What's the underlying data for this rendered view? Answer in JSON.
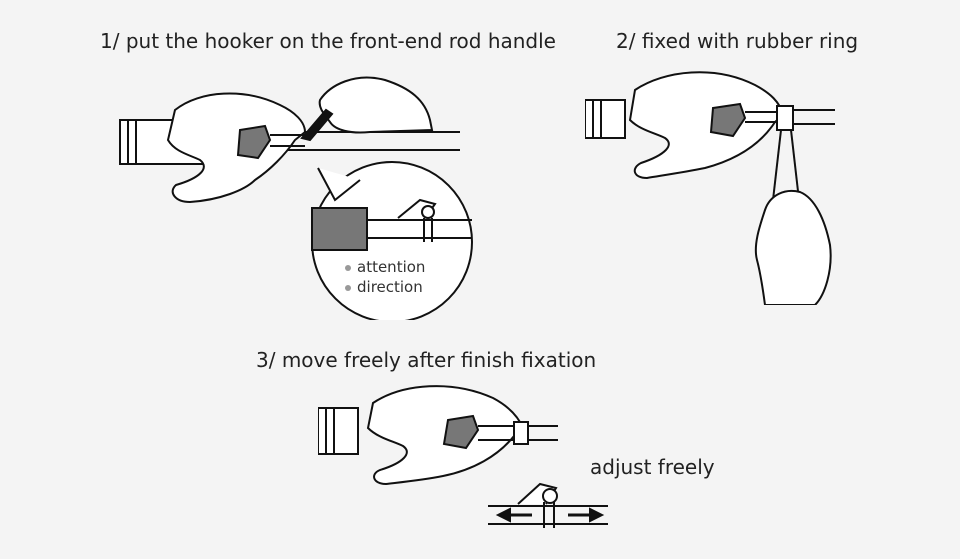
{
  "steps": {
    "step1": "1/ put the hooker on the front-end rod handle",
    "step2": "2/ fixed with rubber ring",
    "step3": "3/ move freely after finish fixation",
    "adjust": "adjust freely"
  },
  "callout": {
    "line1": "attention",
    "line2": "direction"
  },
  "icons": [
    "hand-icon",
    "reel-seat-icon",
    "hook-keeper-icon",
    "rubber-ring-icon",
    "arrow-left-icon",
    "arrow-right-icon"
  ],
  "colors": {
    "grip": "#777777",
    "line": "#111111",
    "paper": "#f4f4f4"
  }
}
